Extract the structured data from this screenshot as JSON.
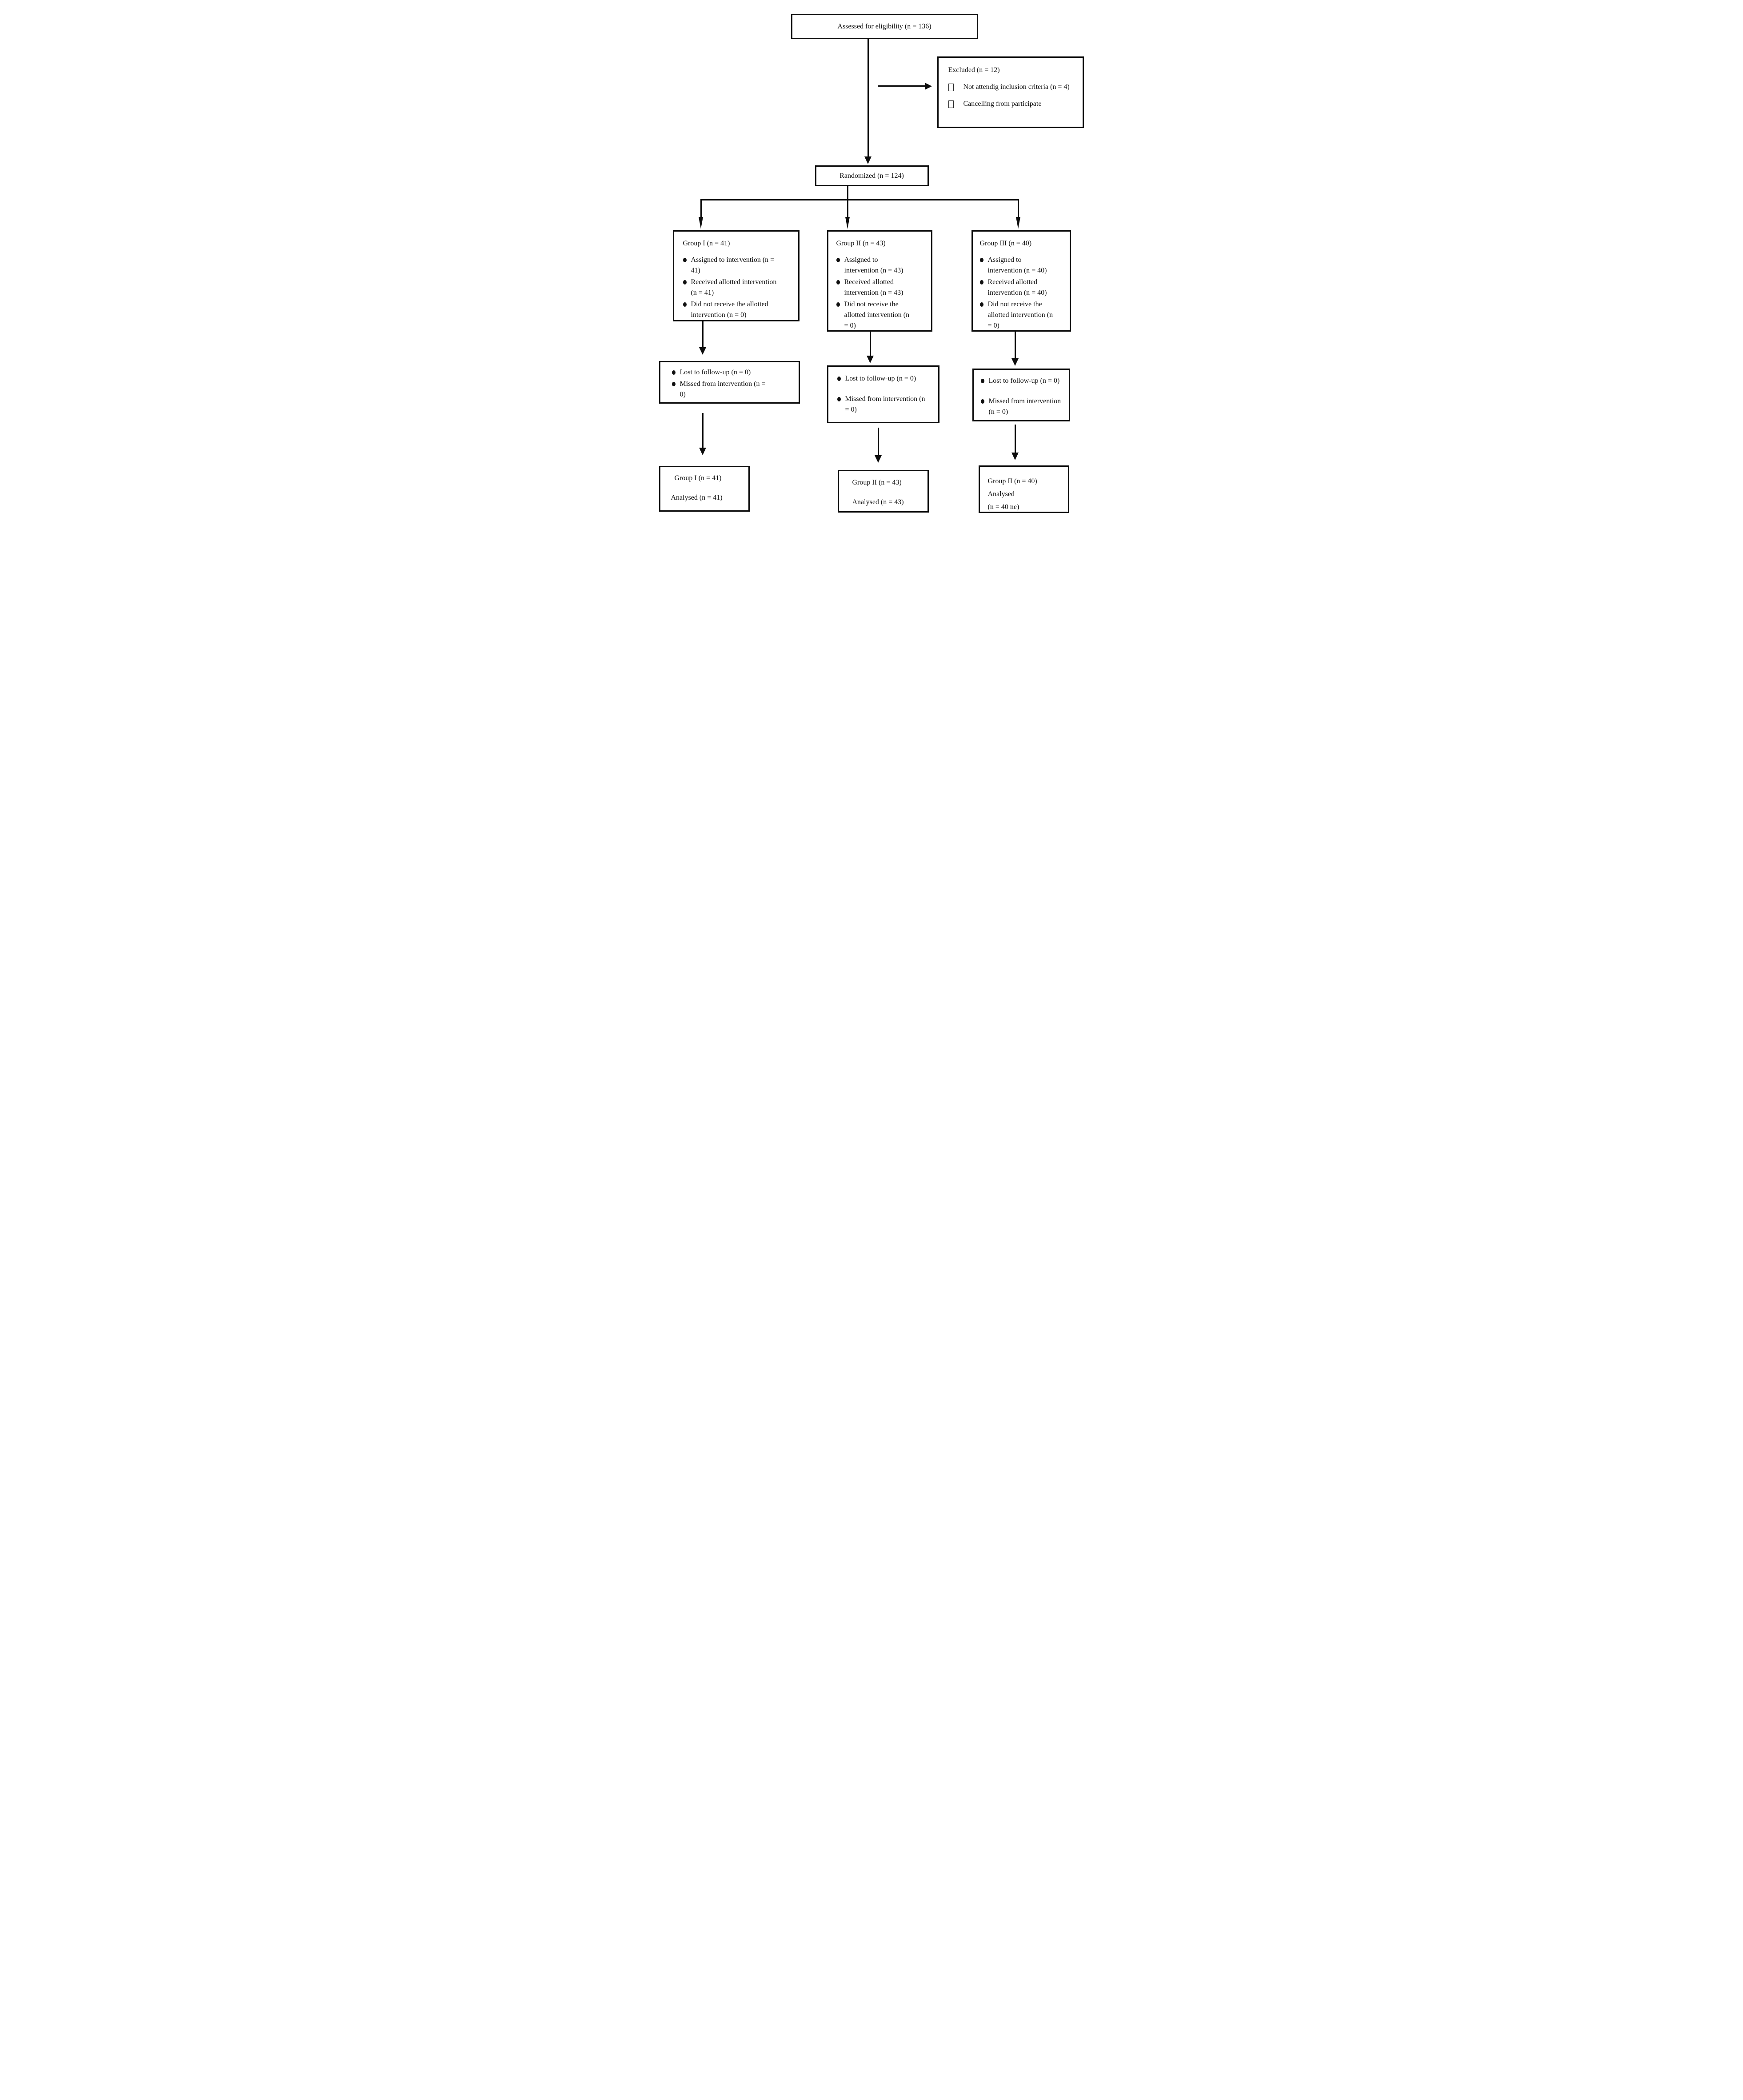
{
  "colors": {
    "ink": "#0c0c0c",
    "paper": "#ffffff"
  },
  "boxes": {
    "assessed": {
      "label": "Assessed for eligibility (n = 136)"
    },
    "excluded": {
      "title": "Excluded (n = 12)",
      "items": [
        "Not attendig inclusion criteria (n = 4)",
        "Cancelling from participate"
      ]
    },
    "randomized": {
      "label": "Randomized (n = 124)"
    },
    "group1": {
      "title": "Group I (n = 41)",
      "items": [
        "Assigned to intervention (n = 41)",
        "Received allotted intervention (n = 41)",
        "Did not receive the allotted intervention (n = 0)"
      ]
    },
    "group2": {
      "title": "Group II (n = 43)",
      "items": [
        "Assigned to intervention (n = 43)",
        "Received allotted intervention (n = 43)",
        "Did not receive the allotted intervention (n = 0)"
      ]
    },
    "group3": {
      "title": "Group III (n = 40)",
      "items": [
        "Assigned to intervention (n = 40)",
        "Received allotted intervention (n = 40)",
        "Did not receive the allotted intervention (n = 0)"
      ]
    },
    "followup1": {
      "items": [
        "Lost to follow-up (n = 0)",
        "Missed from intervention (n = 0)"
      ]
    },
    "followup2": {
      "items": [
        "Lost to follow-up (n = 0)",
        "Missed from intervention (n = 0)"
      ]
    },
    "followup3": {
      "items": [
        "Lost to follow-up (n = 0)",
        "Missed from intervention (n = 0)"
      ]
    },
    "analysed1": {
      "lines": [
        "Group I (n = 41)",
        "Analysed (n = 41)"
      ]
    },
    "analysed2": {
      "lines": [
        "Group II (n = 43)",
        "Analysed (n = 43)"
      ]
    },
    "analysed3": {
      "lines": [
        "Group II (n = 40)",
        "Analysed",
        "(n = 40 ne)"
      ]
    }
  }
}
